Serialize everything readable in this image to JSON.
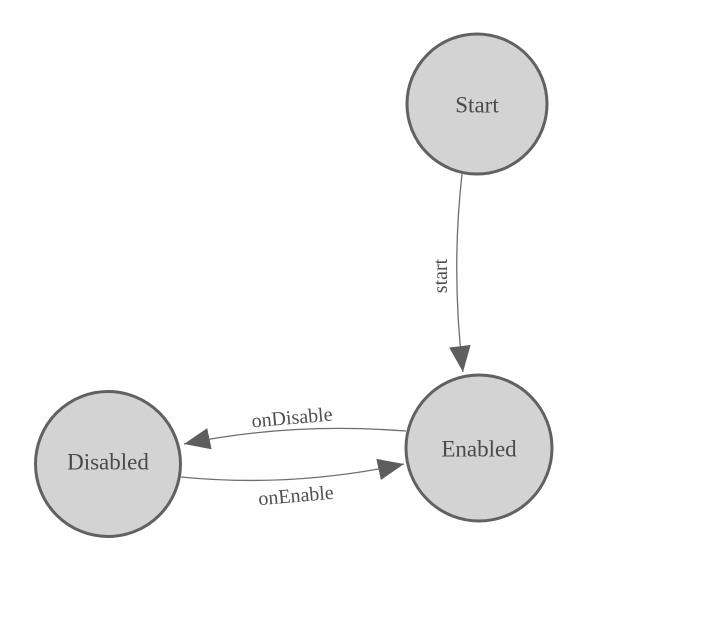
{
  "diagram": {
    "type": "state-machine",
    "background_color": "#ffffff",
    "node_fill_color": "#d3d3d3",
    "node_border_color": "#616161",
    "label_color": "#4a4a4a",
    "edge_line_color": "#6e6e6e",
    "arrowhead_color": "#5e5e5e",
    "nodes": [
      {
        "id": "start",
        "label": "Start"
      },
      {
        "id": "enabled",
        "label": "Enabled"
      },
      {
        "id": "disabled",
        "label": "Disabled"
      }
    ],
    "edges": [
      {
        "id": "start-to-enabled",
        "from": "Start",
        "to": "Enabled",
        "label": "start"
      },
      {
        "id": "enabled-to-disabled",
        "from": "Enabled",
        "to": "Disabled",
        "label": "onDisable"
      },
      {
        "id": "disabled-to-enabled",
        "from": "Disabled",
        "to": "Enabled",
        "label": "onEnable"
      }
    ]
  }
}
